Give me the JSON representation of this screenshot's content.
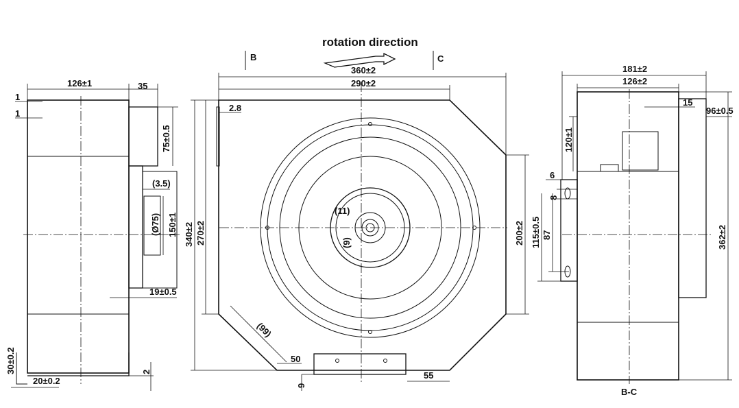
{
  "title": "rotation direction",
  "sections": {
    "b": "B",
    "c": "C",
    "view": "B-C"
  },
  "left_view": {
    "width_top": "126±1",
    "offset_35": "35",
    "one_a": "1",
    "one_b": "1",
    "d75": "75±0.5",
    "d3_5": "(3.5)",
    "phi75": "(Ø75)",
    "d150": "150±1",
    "d19": "19±0.5",
    "d30": "30±0.2",
    "d20": "20±0.2",
    "d2": "2"
  },
  "front_view": {
    "d360": "360±2",
    "d290": "290±2",
    "d2_8": "2.8",
    "d340": "340±2",
    "d270": "270±2",
    "d11": "(11)",
    "d9": "(9)",
    "d99": "(99)",
    "d50": "50",
    "d200": "200±2",
    "d55": "55",
    "d9b": "9"
  },
  "right_view": {
    "d181": "181±2",
    "d126": "126±2",
    "d15": "15",
    "d96": "96±0.5",
    "d120": "120±1",
    "d6": "6",
    "d8": "8",
    "d115": "115±0.5",
    "d87": "87",
    "d362": "362±2"
  }
}
